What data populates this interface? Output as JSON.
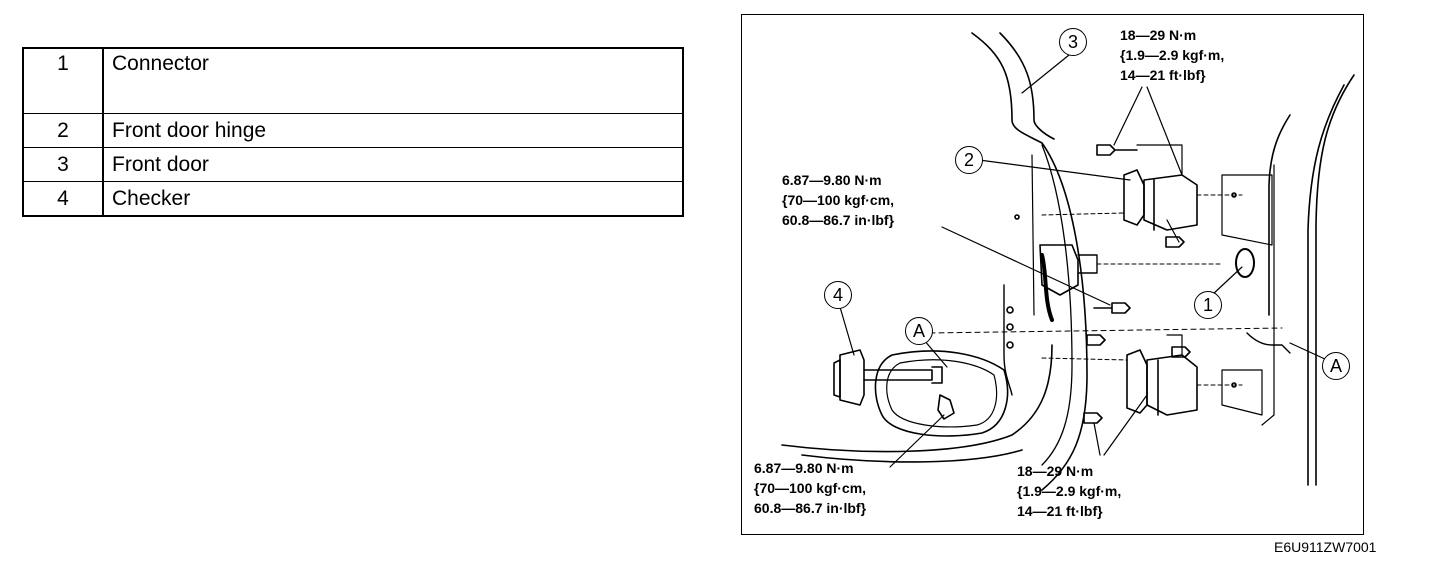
{
  "parts": [
    {
      "num": "1",
      "name": "Connector"
    },
    {
      "num": "2",
      "name": "Front door hinge"
    },
    {
      "num": "3",
      "name": "Front door"
    },
    {
      "num": "4",
      "name": "Checker"
    }
  ],
  "diagram": {
    "callouts": {
      "one": "1",
      "two": "2",
      "three": "3",
      "four": "4",
      "a_left": "A",
      "a_right": "A"
    },
    "torque_upper_hinge": [
      "18—29 N·m",
      "{1.9—2.9 kgf·m,",
      "14—21 ft·lbf}"
    ],
    "torque_connector_bracket": [
      "6.87—9.80 N·m",
      "{70—100 kgf·cm,",
      "60.8—86.7 in·lbf}"
    ],
    "torque_checker": [
      "6.87—9.80 N·m",
      "{70—100 kgf·cm,",
      "60.8—86.7 in·lbf}"
    ],
    "torque_lower_hinge": [
      "18—29 N·m",
      "{1.9—2.9 kgf·m,",
      "14—21 ft·lbf}"
    ]
  },
  "figure_code": "E6U911ZW7001"
}
